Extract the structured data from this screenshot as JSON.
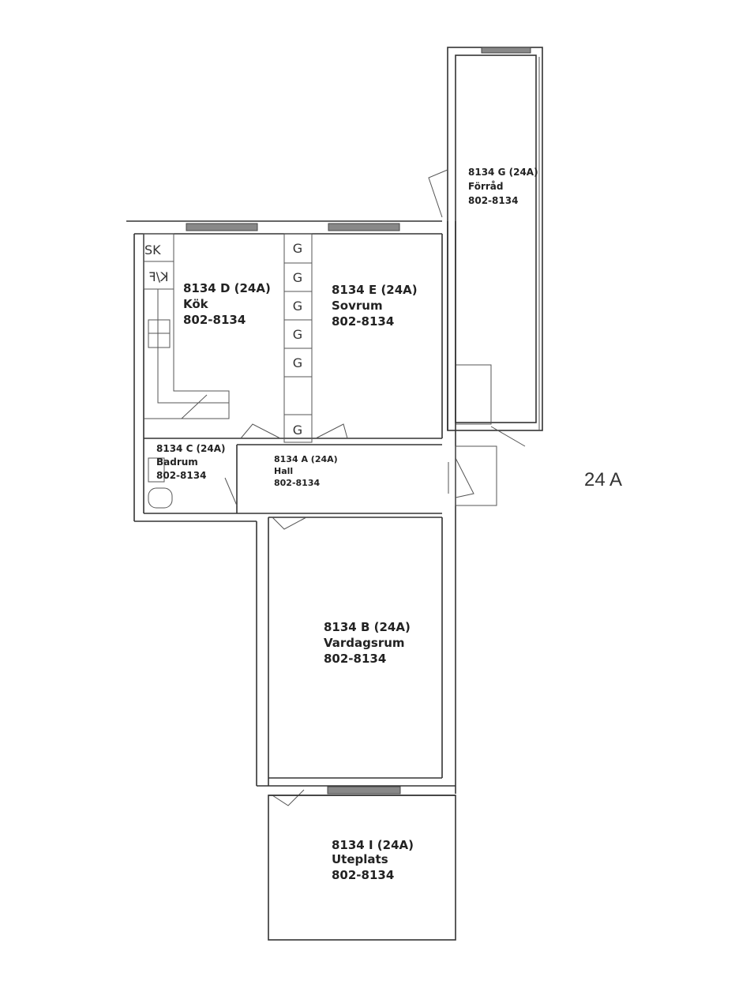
{
  "building_label": "24 A",
  "fixtures": {
    "sk": "SK",
    "kf": "K/F",
    "wardrobe": "G"
  },
  "rooms": {
    "kitchen": {
      "id": "8134 D (24A)",
      "name": "Kök",
      "code": "802-8134"
    },
    "bedroom": {
      "id": "8134 E (24A)",
      "name": "Sovrum",
      "code": "802-8134"
    },
    "storage": {
      "id": "8134 G (24A)",
      "name": "Förråd",
      "code": "802-8134"
    },
    "bathroom": {
      "id": "8134 C (24A)",
      "name": "Badrum",
      "code": "802-8134"
    },
    "hall": {
      "id": "8134 A (24A)",
      "name": "Hall",
      "code": "802-8134"
    },
    "living": {
      "id": "8134 B (24A)",
      "name": "Vardagsrum",
      "code": "802-8134"
    },
    "patio": {
      "id": "8134 I (24A)",
      "name": "Uteplats",
      "code": "802-8134"
    }
  }
}
